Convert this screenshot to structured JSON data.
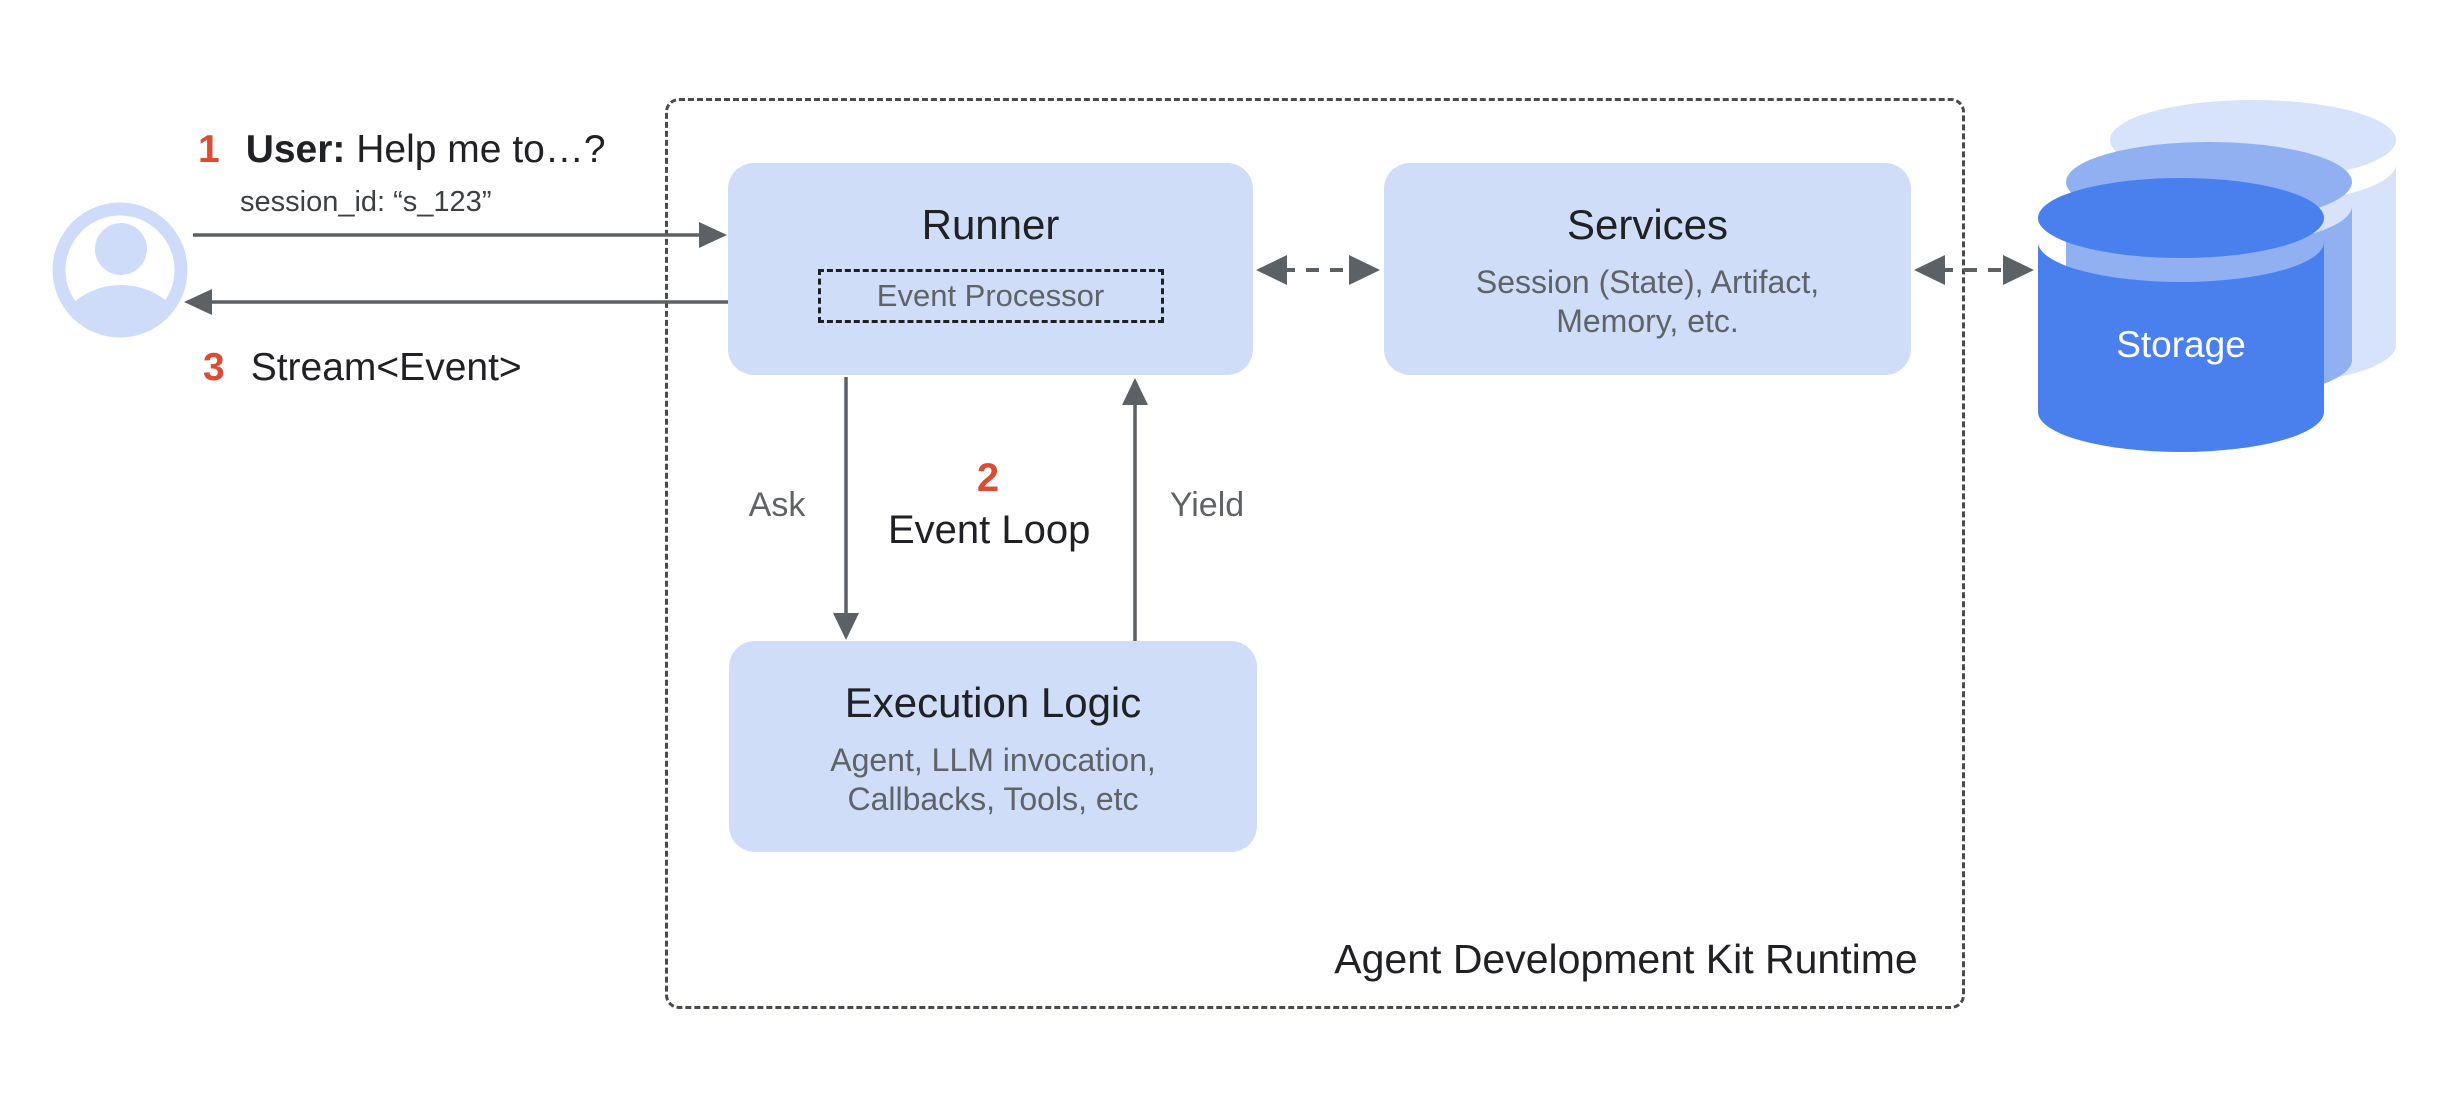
{
  "steps": {
    "user": {
      "num": "1",
      "who": "User:",
      "message": " Help me to…?",
      "session": "session_id: “s_123”"
    },
    "event_loop": {
      "num": "2",
      "text": "Event Loop"
    },
    "stream": {
      "num": "3",
      "text": "Stream<Event>"
    }
  },
  "edges": {
    "ask": "Ask",
    "yield": "Yield"
  },
  "boxes": {
    "runner": {
      "title": "Runner",
      "processor": "Event Processor"
    },
    "services": {
      "title": "Services",
      "subtitle_lines": [
        "Session (State), Artifact,",
        "Memory, etc."
      ]
    },
    "execution": {
      "title": "Execution Logic",
      "subtitle_lines": [
        "Agent, LLM invocation,",
        "Callbacks, Tools, etc"
      ]
    },
    "storage": {
      "label": "Storage"
    }
  },
  "captions": {
    "runtime": "Agent Development Kit Runtime"
  },
  "icons": {
    "user_avatar": "person-in-circle-icon",
    "storage": "stacked-database-cylinders-icon"
  },
  "colors": {
    "node_fill": "#cfddf9",
    "avatar_blue": "#cedcf9",
    "step_red": "#dc4b35",
    "text_dark": "#202124",
    "text_gray": "#5f6368",
    "arrow_gray": "#5c6166",
    "dashed_border": "#474b51",
    "storage_front": "#4a80ee",
    "storage_middle": "#90b0f2",
    "storage_back": "#d7e2fb"
  }
}
